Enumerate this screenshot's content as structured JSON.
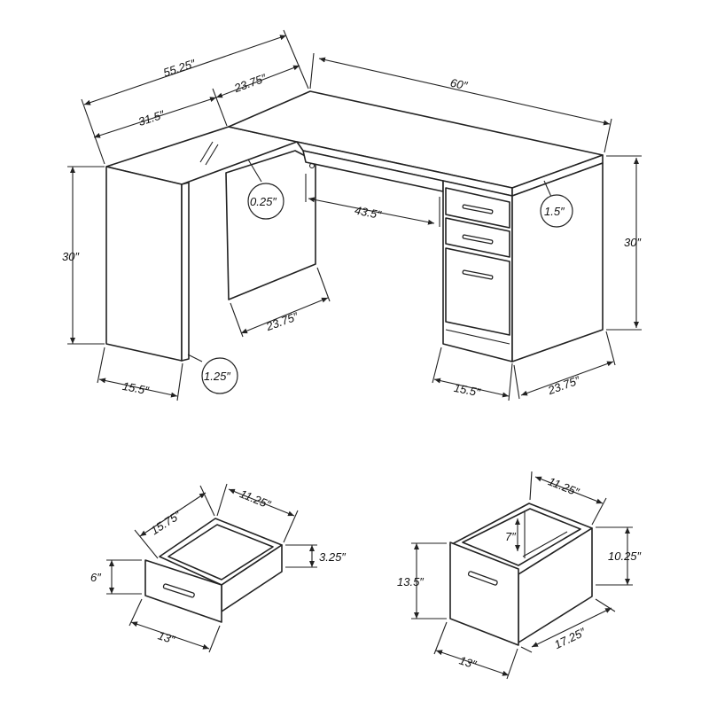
{
  "desk": {
    "overall_width_left": "55.25″",
    "return_section": "31.5″",
    "return_to_corner": "23.75″",
    "main_length": "60″",
    "desk_height_left": "30″",
    "desk_height_right": "30″",
    "glass_thickness": "0.25″",
    "top_thickness": "1.5″",
    "legroom_width": "43.5″",
    "panel_depth": "23.75″",
    "leg_width_left": "15.5″",
    "leg_thickness": "1.25″",
    "cabinet_width": "15.5″",
    "cabinet_depth": "23.75″"
  },
  "small_drawer": {
    "inner_depth": "15.75″",
    "inner_width": "11.25″",
    "inner_height": "3.25″",
    "front_height": "6″",
    "front_width": "13″"
  },
  "file_drawer": {
    "inner_width": "11.25″",
    "divider_height": "7″",
    "inner_height": "10.25″",
    "front_height": "13.5″",
    "front_width": "13″",
    "depth": "17.25″"
  }
}
